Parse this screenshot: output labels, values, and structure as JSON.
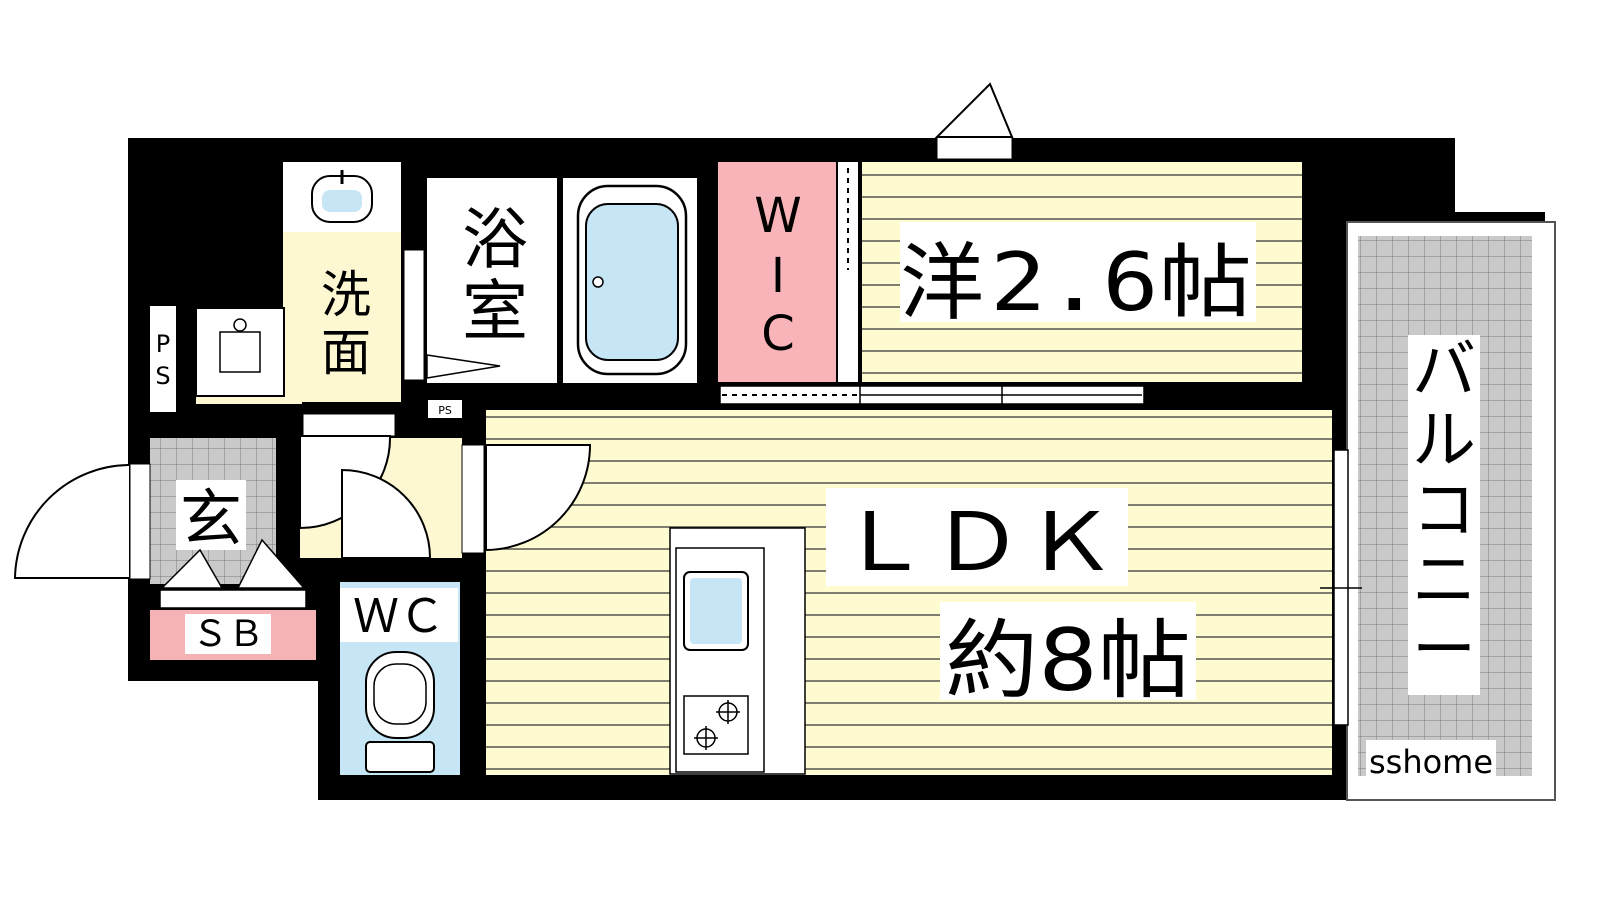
{
  "rooms": {
    "western": {
      "name": "洋",
      "size": "2.6帖"
    },
    "ldk": {
      "name": "ＬＤＫ",
      "size": "約8帖"
    },
    "wic": {
      "c1": "W",
      "c2": "I",
      "c3": "C"
    },
    "bath": {
      "c1": "浴",
      "c2": "室"
    },
    "washroom": {
      "c1": "洗",
      "c2": "面"
    },
    "entrance": {
      "label": "玄"
    },
    "toilet": {
      "label": "ＷＣ"
    },
    "shoebox": {
      "label": "ＳＢ"
    },
    "balcony": {
      "c1": "バ",
      "c2": "ル",
      "c3": "コ",
      "c4": "ニ",
      "c5": "ー"
    }
  },
  "ps_left": {
    "c1": "P",
    "c2": "S"
  },
  "ps_small": "PS",
  "watermark": "sshome",
  "colors": {
    "wall": "#000000",
    "floor_wood": "#fdfbcf",
    "floor_line": "#3a3a3a",
    "wic_pink": "#f8b4b8",
    "wet_blue": "#c6e6f6",
    "washroom_yellow": "#fdf8d2",
    "tile_gray": "#c9c9c9",
    "shoebox_pink": "#f6b3b6"
  }
}
